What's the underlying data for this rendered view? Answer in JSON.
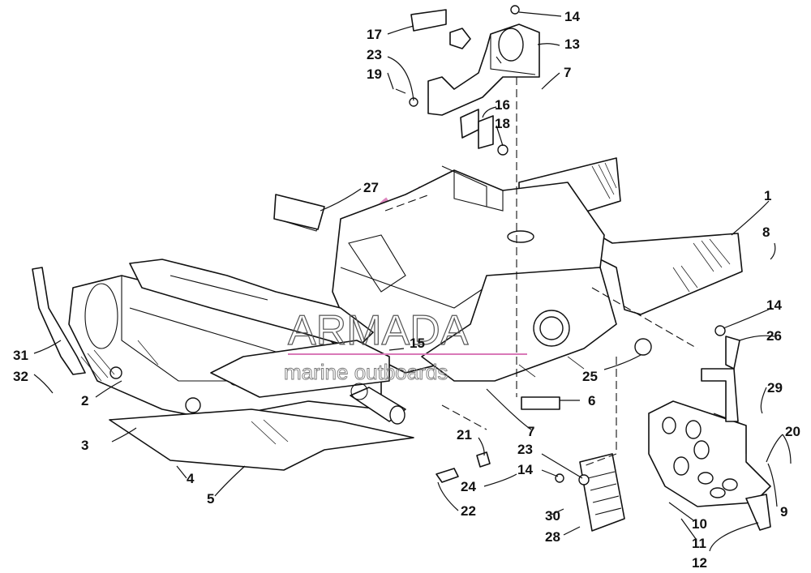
{
  "watermark": {
    "brand": "ARMADA",
    "tagline": "marine outboards",
    "logo_color": "#d979b8"
  },
  "callouts": [
    {
      "id": "c1",
      "label": "1"
    },
    {
      "id": "c2",
      "label": "2"
    },
    {
      "id": "c3",
      "label": "3"
    },
    {
      "id": "c4",
      "label": "4"
    },
    {
      "id": "c5",
      "label": "5"
    },
    {
      "id": "c6",
      "label": "6"
    },
    {
      "id": "c7a",
      "label": "7"
    },
    {
      "id": "c7b",
      "label": "7"
    },
    {
      "id": "c8",
      "label": "8"
    },
    {
      "id": "c9",
      "label": "9"
    },
    {
      "id": "c10",
      "label": "10"
    },
    {
      "id": "c11",
      "label": "11"
    },
    {
      "id": "c12",
      "label": "12"
    },
    {
      "id": "c13",
      "label": "13"
    },
    {
      "id": "c14a",
      "label": "14"
    },
    {
      "id": "c14b",
      "label": "14"
    },
    {
      "id": "c14c",
      "label": "14"
    },
    {
      "id": "c15",
      "label": "15"
    },
    {
      "id": "c16",
      "label": "16"
    },
    {
      "id": "c17",
      "label": "17"
    },
    {
      "id": "c18",
      "label": "18"
    },
    {
      "id": "c19",
      "label": "19"
    },
    {
      "id": "c20",
      "label": "20"
    },
    {
      "id": "c21",
      "label": "21"
    },
    {
      "id": "c22",
      "label": "22"
    },
    {
      "id": "c23a",
      "label": "23"
    },
    {
      "id": "c23b",
      "label": "23"
    },
    {
      "id": "c24",
      "label": "24"
    },
    {
      "id": "c25",
      "label": "25"
    },
    {
      "id": "c26",
      "label": "26"
    },
    {
      "id": "c27",
      "label": "27"
    },
    {
      "id": "c28",
      "label": "28"
    },
    {
      "id": "c29",
      "label": "29"
    },
    {
      "id": "c30",
      "label": "30"
    },
    {
      "id": "c31",
      "label": "31"
    },
    {
      "id": "c32",
      "label": "32"
    }
  ]
}
